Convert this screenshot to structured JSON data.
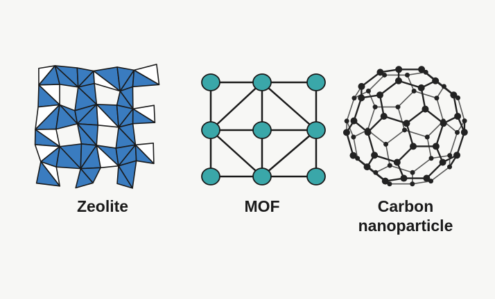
{
  "colors": {
    "zeolite": "#3a7cc0",
    "mof_node": "#3aa7a9",
    "line": "#1a1a1a",
    "carbon": "#222222",
    "background": "#f7f7f5"
  },
  "panels": [
    {
      "id": "zeolite",
      "label": "Zeolite"
    },
    {
      "id": "mof",
      "label": "MOF"
    },
    {
      "id": "carbon",
      "label_line1": "Carbon",
      "label_line2": "nanoparticle"
    }
  ]
}
